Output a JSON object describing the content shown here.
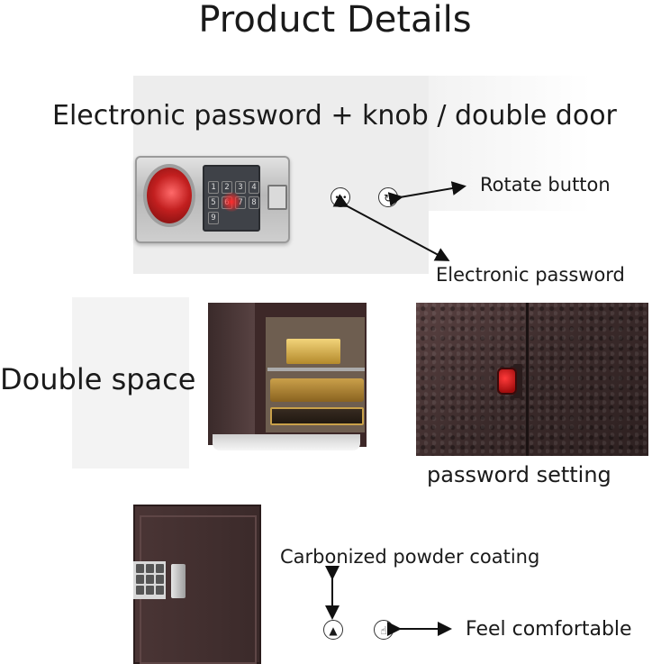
{
  "header": {
    "title": "Product Details"
  },
  "top_section": {
    "title": "Electronic password + knob / double door",
    "keypad_keys": [
      "1",
      "2",
      "3",
      "4",
      "5",
      "6",
      "7",
      "8",
      "9"
    ],
    "callouts": {
      "rotate": "Rotate button",
      "password": "Electronic password"
    },
    "icons": {
      "rotate_icon": "↻",
      "password_icon": "•••"
    }
  },
  "middle_section": {
    "label": "Double space",
    "texture_caption": "password setting"
  },
  "bottom_section": {
    "coating": "Carbonized powder coating",
    "comfort": "Feel comfortable",
    "icons": {
      "mountain_icon": "▲",
      "touch_icon": "☝"
    }
  },
  "colors": {
    "safe_brown": "#3d2828",
    "knob_red": "#c21f1f",
    "gold": "#caa04a"
  }
}
